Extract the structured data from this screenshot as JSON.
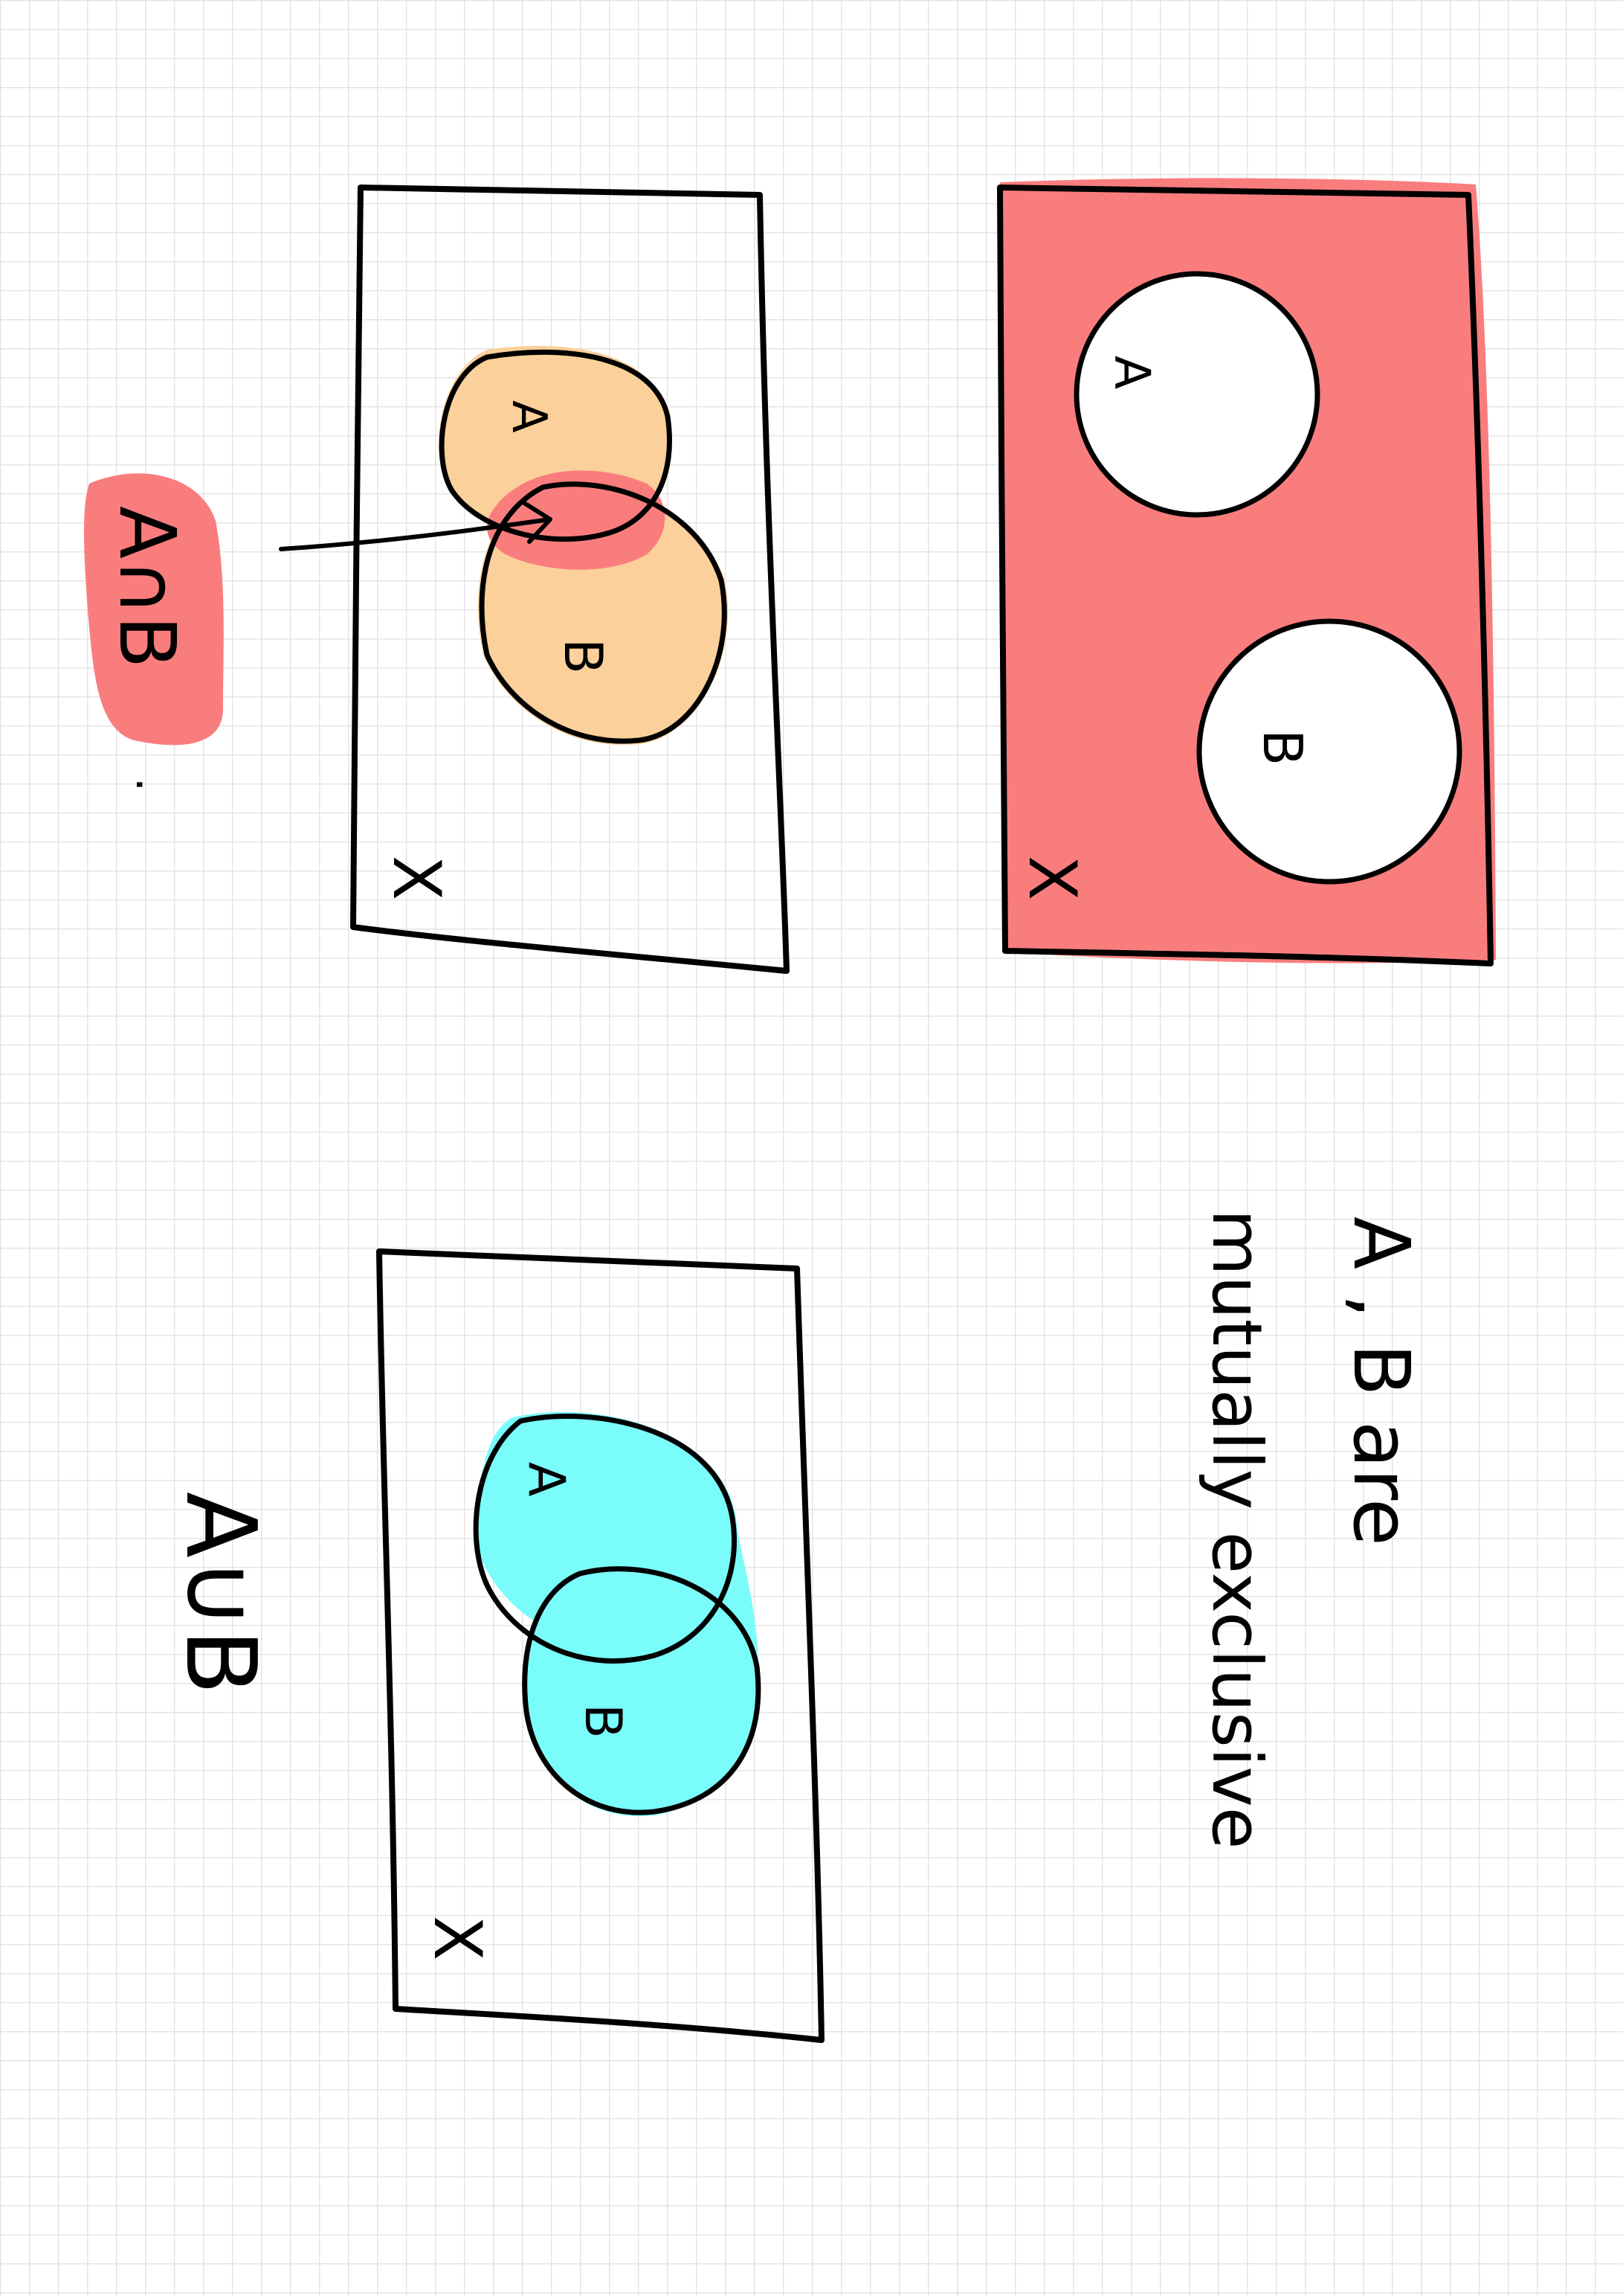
{
  "colors": {
    "paper": "#ffffff",
    "grid": "#e4e4e4",
    "ink": "#000000",
    "red_shade": "#fa7d7d",
    "orange_shade": "#fbd09a",
    "cyan_shade": "#7afcfb"
  },
  "intersection_diagram": {
    "set_a_label": "A",
    "set_b_label": "B",
    "universe_label": "X",
    "caption": "A∩B",
    "caption_period": "."
  },
  "exclusive_diagram": {
    "set_a_label": "A",
    "set_b_label": "B",
    "universe_label": "X",
    "note_line1": "A , B are",
    "note_line2": "mutually exclusive"
  },
  "union_diagram": {
    "set_a_label": "A",
    "set_b_label": "B",
    "universe_label": "X",
    "caption": "A∪B"
  }
}
